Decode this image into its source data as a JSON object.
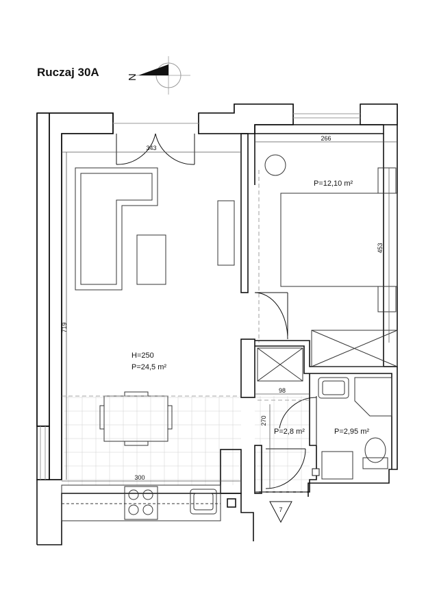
{
  "title": "Ruczaj 30A",
  "compass": {
    "label": "N",
    "icon": "north-arrow-icon"
  },
  "dimensions": {
    "living_width": "343",
    "living_height": "719",
    "bedroom_width": "266",
    "bedroom_height": "453",
    "kitchen_length": "300",
    "hall_width": "98",
    "hall_height": "270"
  },
  "rooms": {
    "living": {
      "height": "H=250",
      "area": "P=24,5 m²"
    },
    "bedroom": {
      "area": "P=12,10 m²"
    },
    "hall": {
      "area": "P=2,8 m²"
    },
    "bathroom": {
      "area": "P=2,95 m²"
    }
  },
  "entrance": {
    "number": "7"
  }
}
